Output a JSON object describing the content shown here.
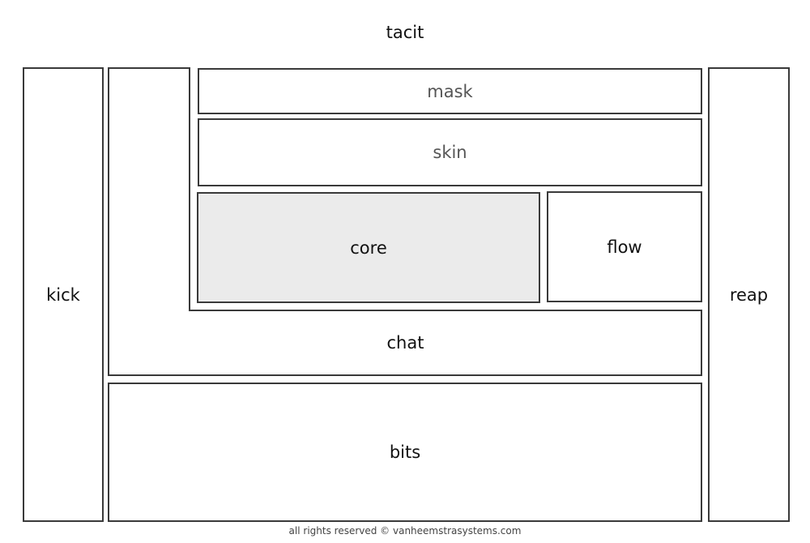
{
  "diagram": {
    "title": "tacit",
    "blocks": {
      "kick": "kick",
      "reap": "reap",
      "mask": "mask",
      "skin": "skin",
      "core": "core",
      "flow": "flow",
      "chat": "chat",
      "bits": "bits"
    },
    "colors": {
      "border": "#3a3a3a",
      "core_fill": "#ebebeb",
      "background": "#ffffff"
    }
  },
  "footer": {
    "text": "all rights reserved  © vanheemstrasystems.com"
  }
}
